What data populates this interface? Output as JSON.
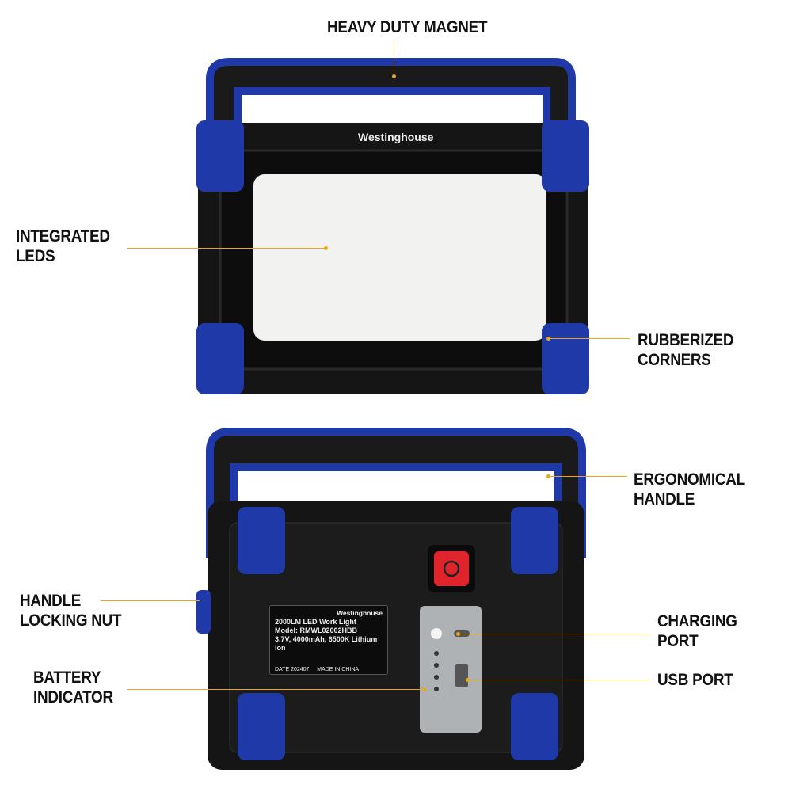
{
  "callouts": {
    "magnet": "HEAVY DUTY MAGNET",
    "leds": "INTEGRATED\nLEDS",
    "corners": "RUBBERIZED\nCORNERS",
    "handle": "ERGONOMICAL\nHANDLE",
    "nut": "HANDLE\nLOCKING NUT",
    "charging": "CHARGING\nPORT",
    "battery": "BATTERY\nINDICATOR",
    "usb": "USB PORT"
  },
  "brand": "Westinghouse",
  "label": {
    "brand": "Westinghouse",
    "line1": "2000LM LED Work Light",
    "line2": "Model: RMWL02002HBB",
    "line3": "3.7V, 4000mAh, 6500K Lithium ion",
    "date": "DATE 202407",
    "origin": "MADE IN CHINA"
  },
  "colors": {
    "body": "#151515",
    "rubber": "#1f3aa8",
    "leds": "#f2f2f0",
    "accent": "#e8a81c",
    "power": "#e0242c"
  }
}
